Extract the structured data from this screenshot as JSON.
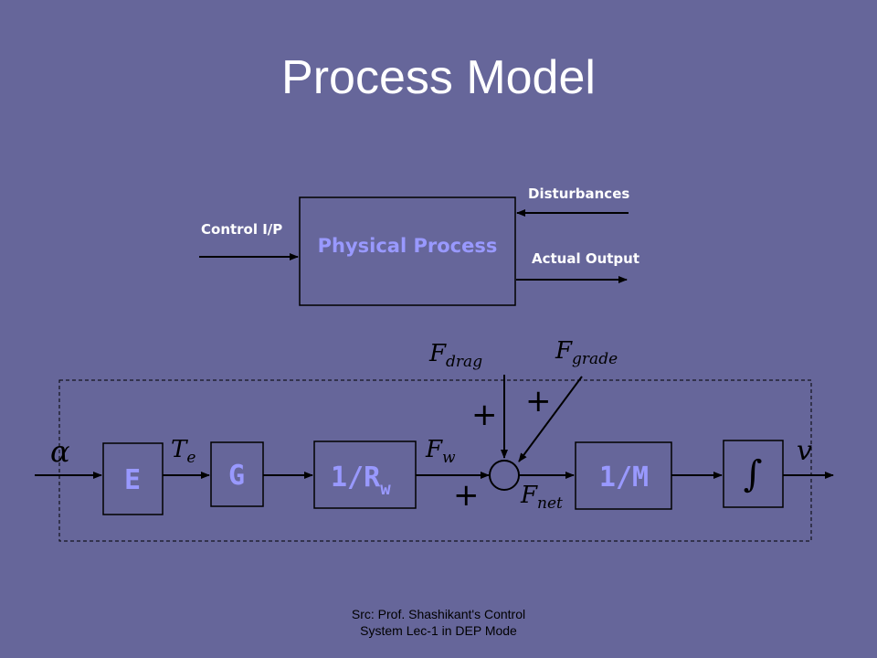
{
  "title": "Process Model",
  "physical_process": {
    "block_label": "Physical Process",
    "input_label": "Control I/P",
    "disturbance_label": "Disturbances",
    "output_label": "Actual Output"
  },
  "block_diagram": {
    "input_symbol": "α",
    "blocks": {
      "e": "E",
      "g": "G",
      "rw_main": "1/R",
      "rw_sub": "w",
      "m": "1/M",
      "integrator": "∫"
    },
    "signals": {
      "te_main": "T",
      "te_sub": "e",
      "fw_main": "F",
      "fw_sub": "w",
      "fnet_main": "F",
      "fnet_sub": "net",
      "fdrag_main": "F",
      "fdrag_sub": "drag",
      "fgrade_main": "F",
      "fgrade_sub": "grade",
      "output": "v"
    },
    "signs": {
      "drag": "+",
      "grade": "+",
      "fw": "+"
    }
  },
  "source_note": {
    "line1": "Src: Prof. Shashikant's Control",
    "line2": "System Lec-1 in DEP Mode"
  },
  "colors": {
    "background": "#66669a",
    "block_fill": "#66669a",
    "block_label": "#9999ff",
    "line": "#000000",
    "text": "#ffffff"
  }
}
